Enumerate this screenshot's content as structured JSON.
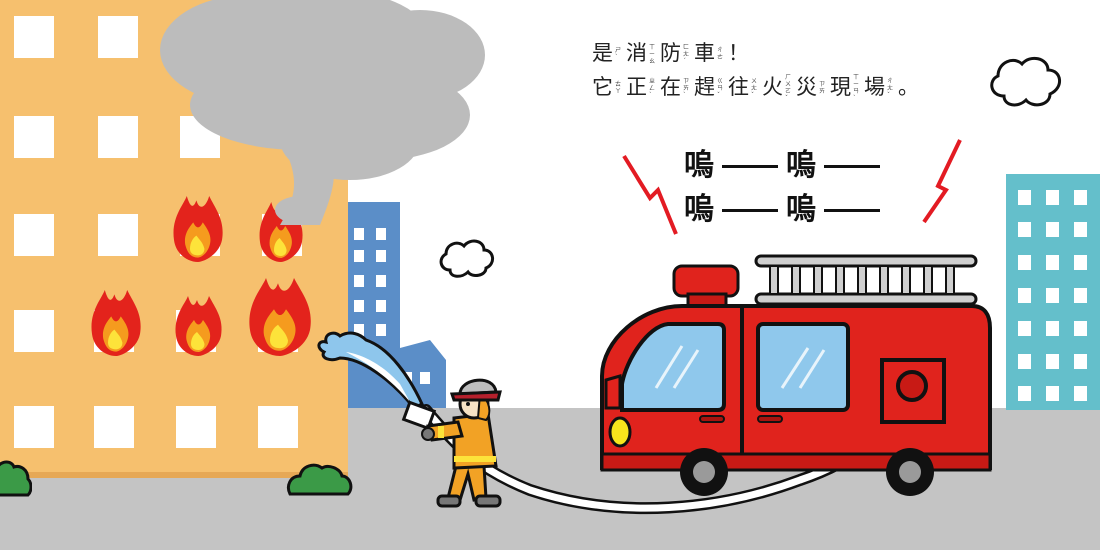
{
  "page": {
    "type": "picture-book-spread",
    "subject": "fire truck rushing to a fire"
  },
  "caption": {
    "lines": [
      {
        "text": "是消防車！",
        "chars": [
          {
            "ch": "是",
            "zhuyin": "ㄕˋ"
          },
          {
            "ch": "消",
            "zhuyin": "ㄒㄧㄠ"
          },
          {
            "ch": "防",
            "zhuyin": "ㄈㄤˊ"
          },
          {
            "ch": "車",
            "zhuyin": "ㄔㄜ"
          },
          {
            "ch": "！",
            "zhuyin": ""
          }
        ]
      },
      {
        "text": "它正在趕往火災現場。",
        "chars": [
          {
            "ch": "它",
            "zhuyin": "ㄊㄚ"
          },
          {
            "ch": "正",
            "zhuyin": "ㄓㄥˋ"
          },
          {
            "ch": "在",
            "zhuyin": "ㄗㄞˋ"
          },
          {
            "ch": "趕",
            "zhuyin": "ㄍㄢˇ"
          },
          {
            "ch": "往",
            "zhuyin": "ㄨㄤˇ"
          },
          {
            "ch": "火",
            "zhuyin": "ㄏㄨㄛˇ"
          },
          {
            "ch": "災",
            "zhuyin": "ㄗㄞ"
          },
          {
            "ch": "現",
            "zhuyin": "ㄒㄧㄢˋ"
          },
          {
            "ch": "場",
            "zhuyin": "ㄔㄤˇ"
          },
          {
            "ch": "。",
            "zhuyin": ""
          }
        ]
      }
    ]
  },
  "siren_text": {
    "rows": [
      {
        "word1": "嗚",
        "word2": "嗚"
      },
      {
        "word1": "嗚",
        "word2": "嗚"
      }
    ]
  },
  "colors": {
    "sky": "#ffffff",
    "road": "#c4c4c4",
    "burning_building": "#f6c06e",
    "smoke": "#bcbcbc",
    "blue_building": "#5b8ec8",
    "teal_building": "#64bfcb",
    "truck_red": "#e0231d",
    "truck_window": "#8fc8ec",
    "flame_outer": "#e3231c",
    "flame_mid": "#f59b1e",
    "flame_inner": "#fde33a",
    "bush": "#3b9a47",
    "firefighter_suit": "#f2a225",
    "helmet": "#bdbdbd",
    "helmet_band": "#b6202c",
    "water": "#8ec6ec",
    "headlight": "#f7e51c",
    "siren_bolt": "#e31b23"
  },
  "scene": {
    "burning_building": {
      "window_rows": 5,
      "window_cols": 4,
      "flames": 5
    },
    "blue_building": {
      "window_rows": 6,
      "window_cols": 2
    },
    "teal_building": {
      "window_rows": 7,
      "window_cols": 3
    },
    "clouds": 2,
    "bushes": 2,
    "firefighter": {
      "action": "spraying water with hose"
    },
    "fire_truck": {
      "has_ladder": true,
      "has_beacon": true,
      "wheels": 2
    }
  }
}
